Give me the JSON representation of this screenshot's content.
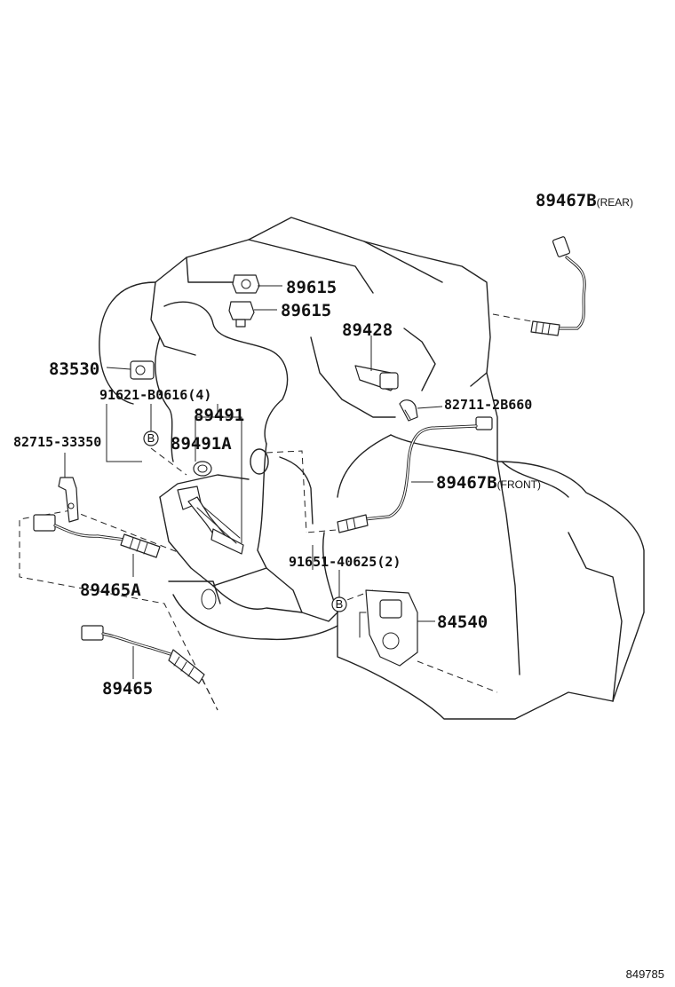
{
  "diagram": {
    "reference_number": "849785",
    "callouts": {
      "p89467b_rear": {
        "part_no": "89467B",
        "note": "(REAR)"
      },
      "p89615_a": {
        "part_no": "89615"
      },
      "p89615_b": {
        "part_no": "89615"
      },
      "p89428": {
        "part_no": "89428"
      },
      "p83530": {
        "part_no": "83530"
      },
      "p91621": {
        "part_no": "91621-B0616(4)"
      },
      "p89491": {
        "part_no": "89491"
      },
      "p89491a": {
        "part_no": "89491A"
      },
      "p82711": {
        "part_no": "82711-2B660"
      },
      "p82715": {
        "part_no": "82715-33350"
      },
      "p89467b_front": {
        "part_no": "89467B",
        "note": "(FRONT)"
      },
      "p91651": {
        "part_no": "91651-40625(2)"
      },
      "p84540": {
        "part_no": "84540"
      },
      "p89465a": {
        "part_no": "89465A"
      },
      "p89465": {
        "part_no": "89465"
      }
    },
    "markers": {
      "b1": "B",
      "b2": "B"
    }
  }
}
